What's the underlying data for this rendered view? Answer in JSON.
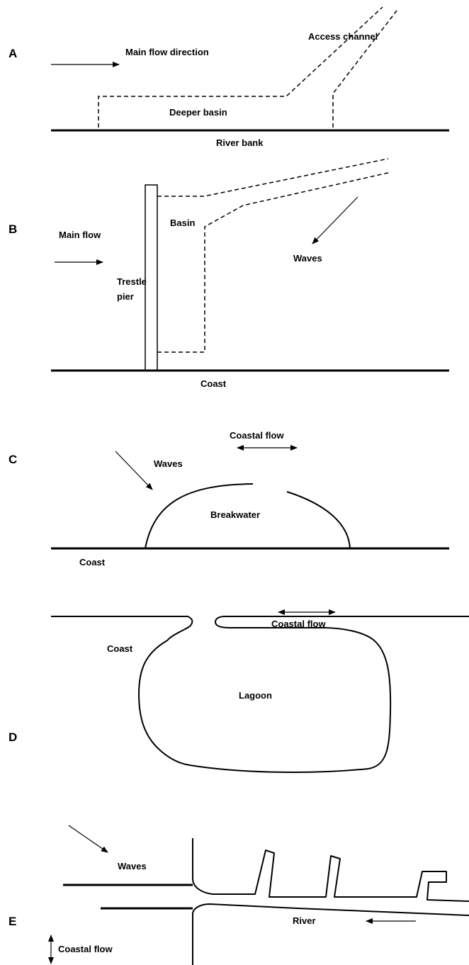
{
  "panels": {
    "a": {
      "letter": "A",
      "flow_label": "Main flow direction",
      "channel_label": "Access channel",
      "basin_label": "Deeper basin",
      "bank_label": "River bank"
    },
    "b": {
      "letter": "B",
      "flow_label": "Main flow",
      "basin_label": "Basin",
      "waves_label": "Waves",
      "pier_label_1": "Trestle",
      "pier_label_2": "pier",
      "coast_label": "Coast"
    },
    "c": {
      "letter": "C",
      "coastal_flow_label": "Coastal flow",
      "waves_label": "Waves",
      "breakwater_label": "Breakwater",
      "coast_label": "Coast"
    },
    "d": {
      "letter": "D",
      "coastal_flow_label": "Coastal flow",
      "coast_label": "Coast",
      "lagoon_label": "Lagoon"
    },
    "e": {
      "letter": "E",
      "waves_label": "Waves",
      "river_label": "River",
      "coastal_flow_label": "Coastal flow"
    }
  }
}
